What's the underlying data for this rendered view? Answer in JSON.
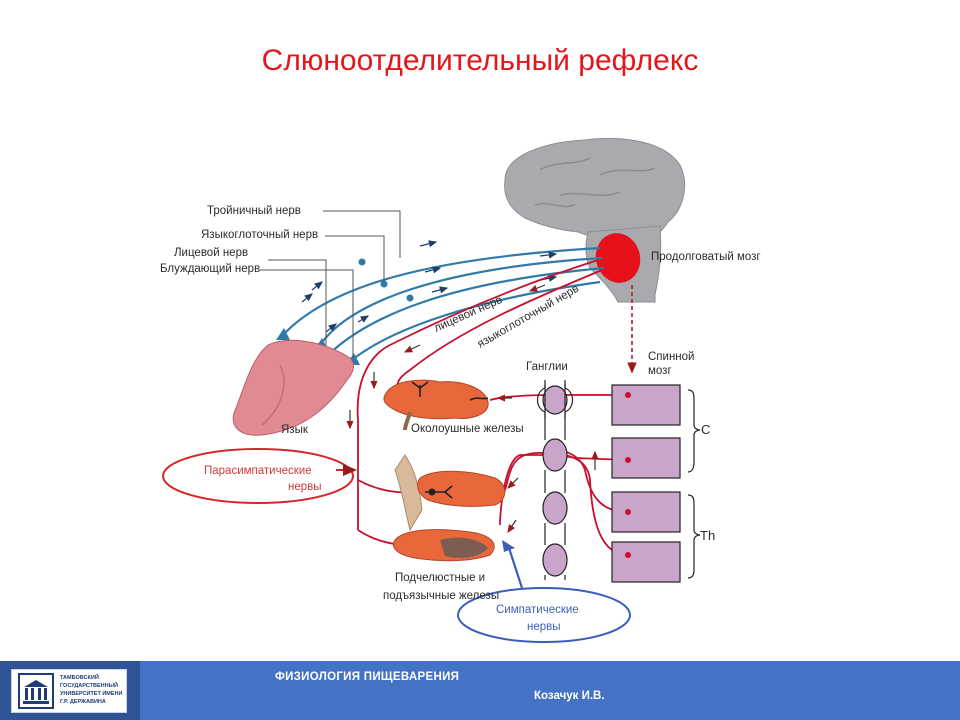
{
  "slide": {
    "title": "Слюноотделительный рефлекс"
  },
  "diagram": {
    "labels": {
      "trigeminal": "Тройничный нерв",
      "glossopharyngeal": "Языкоглоточный нерв",
      "facial": "Лицевой нерв",
      "vagus": "Блуждающий нерв",
      "medulla": "Продолговатый мозг",
      "facial_efferent": "лицевой нерв",
      "glossopharyngeal_efferent": "языкоглоточный нерв",
      "ganglia": "Ганглии",
      "spinal_line1": "Спинной",
      "spinal_line2": "мозг",
      "tongue": "Язык",
      "parotid": "Околоушные железы",
      "segment_c": "C",
      "segment_th": "Th",
      "submandibular_line1": "Подчелюстные и",
      "submandibular_line2": "подъязычные железы",
      "parasympathetic_line1": "Парасимпатические",
      "parasympathetic_line2": "нервы",
      "sympathetic_line1": "Симпатические",
      "sympathetic_line2": "нервы"
    },
    "colors": {
      "afferent": "#2f7aa8",
      "efferent": "#c8102e",
      "medulla": "#e8101a",
      "brain": "#a7a9ac",
      "spinal": "#c9a6c9",
      "gland": "#e8683c",
      "tongue": "#e08a93",
      "callout_red": "#d62728",
      "callout_blue": "#3c5dbb"
    }
  },
  "footer": {
    "title": "ФИЗИОЛОГИЯ  ПИЩЕВАРЕНИЯ",
    "author": "Козачук И.В.",
    "logo_text": "ТАМБОВСКИЙ ГОСУДАРСТВЕННЫЙ УНИВЕРСИТЕТ ИМЕНИ Г.Р. ДЕРЖАВИНА"
  }
}
